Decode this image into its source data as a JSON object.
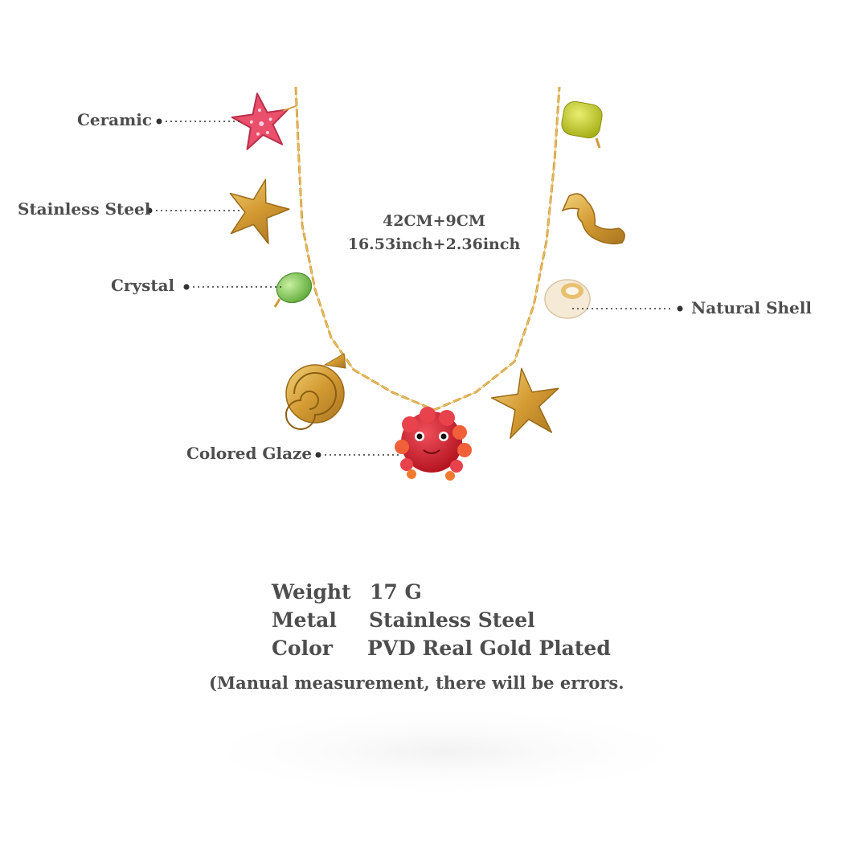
{
  "labels": {
    "ceramic": "Ceramic",
    "stainless_steel": "Stainless Steel",
    "crystal": "Crystal",
    "colored_glaze": "Colored Glaze",
    "natural_shell": "Natural Shell"
  },
  "length": {
    "cm": "42CM+9CM",
    "inch": "16.53inch+2.36inch"
  },
  "specs": [
    {
      "name": "Weight",
      "value": "17  G"
    },
    {
      "name": "Metal",
      "value": "Stainless Steel"
    },
    {
      "name": "Color",
      "value": "PVD Real Gold Plated"
    }
  ],
  "note": "(Manual measurement, there will be errors.",
  "colors": {
    "gold": "#d9a441",
    "ceramic_pink": "#e8506a",
    "crystal_green": "#8ccf5a",
    "stone_yellow": "#c8cf2a",
    "glaze_red": "#d0202c",
    "shell": "#f3e6cf"
  }
}
